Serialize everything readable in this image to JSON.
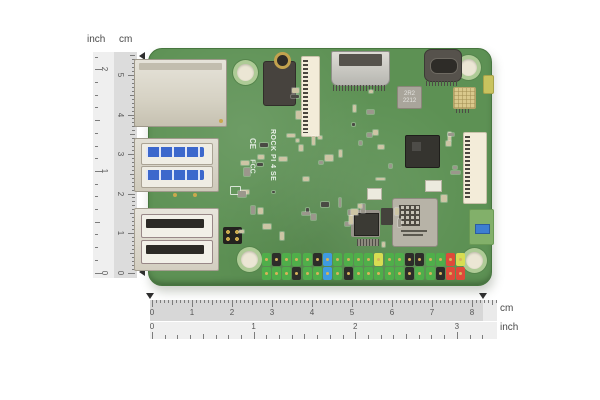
{
  "scene": {
    "description": "ROCK PI 4 SE single-board computer photographed with cm/inch measurement rulers"
  },
  "vertical_ruler": {
    "unit_inch": "inch",
    "unit_cm": "cm",
    "cm_numbers": [
      "0",
      "1",
      "2",
      "3",
      "4",
      "5"
    ],
    "inch_numbers": [
      "0",
      "1",
      "2"
    ]
  },
  "horizontal_ruler": {
    "unit_cm": "cm",
    "unit_inch": "inch",
    "cm_numbers": [
      "0",
      "1",
      "2",
      "3",
      "4",
      "5",
      "6",
      "7",
      "8"
    ],
    "inch_numbers": [
      "0",
      "1",
      "2",
      "3"
    ]
  },
  "board": {
    "silkscreen_model": "ROCK PI 4 SE",
    "ce_mark": "CE",
    "fcc_mark": "FCC",
    "inductor_label_line1": "2R2",
    "inductor_label_line2": "2212",
    "pin_colors": {
      "g": "#4fae4a",
      "k": "#2d2d2a",
      "u": "#3f9be0",
      "y": "#d8dd52",
      "r": "#df4a3a"
    },
    "gpio_columns": [
      [
        "g",
        "g"
      ],
      [
        "k",
        "g"
      ],
      [
        "g",
        "g"
      ],
      [
        "g",
        "k"
      ],
      [
        "g",
        "g"
      ],
      [
        "k",
        "g"
      ],
      [
        "u",
        "u"
      ],
      [
        "g",
        "g"
      ],
      [
        "g",
        "k"
      ],
      [
        "g",
        "g"
      ],
      [
        "g",
        "g"
      ],
      [
        "y",
        "g"
      ],
      [
        "g",
        "g"
      ],
      [
        "g",
        "g"
      ],
      [
        "k",
        "k"
      ],
      [
        "k",
        "g"
      ],
      [
        "g",
        "g"
      ],
      [
        "g",
        "k"
      ],
      [
        "r",
        "r"
      ],
      [
        "y",
        "r"
      ]
    ]
  }
}
